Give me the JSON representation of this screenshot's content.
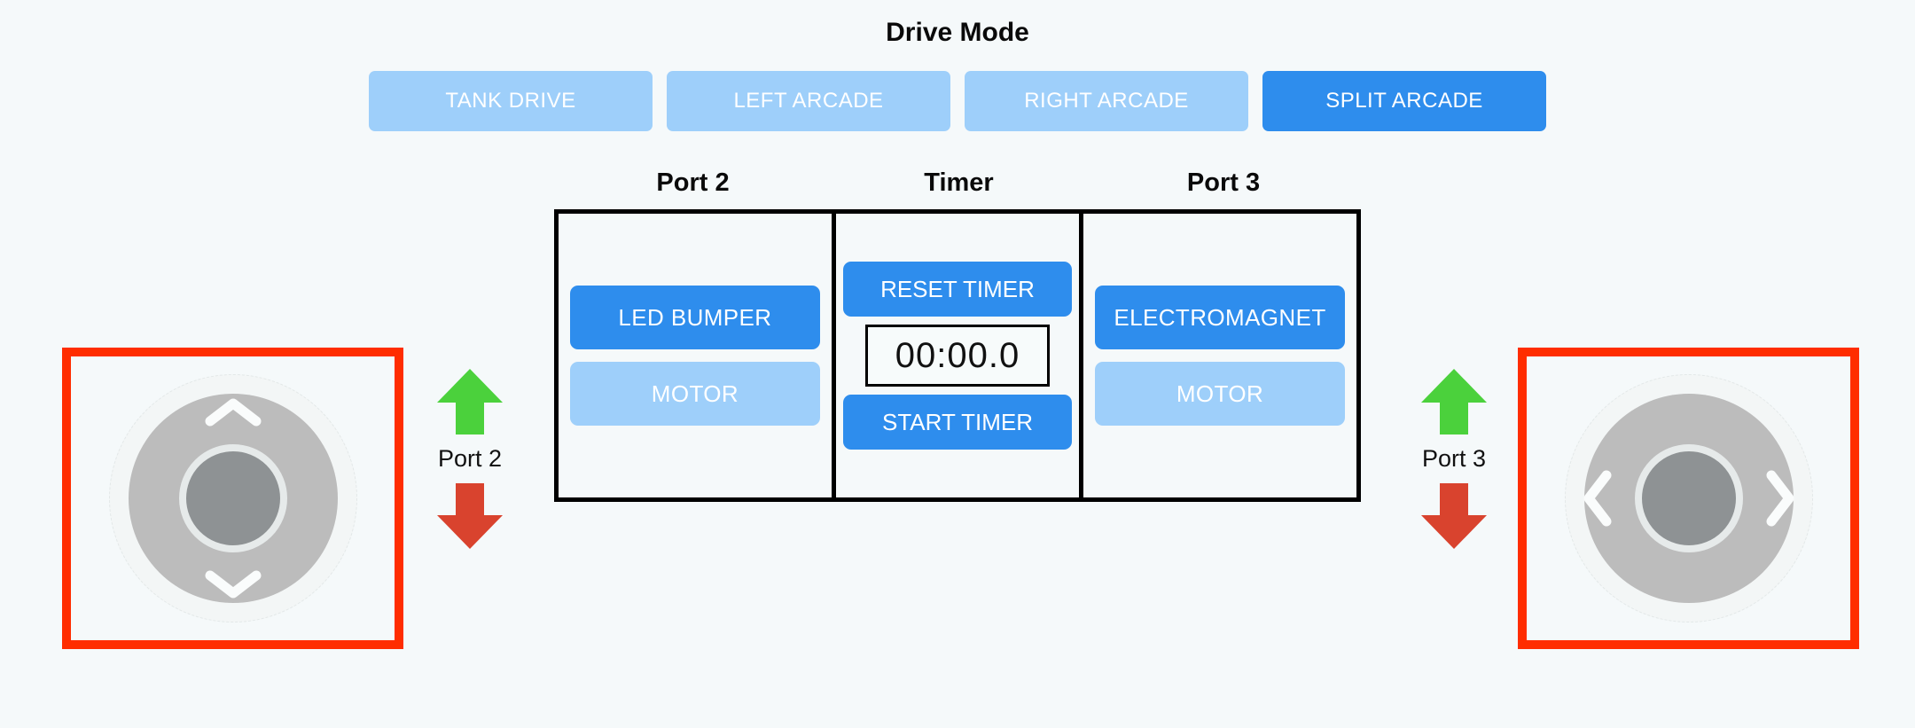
{
  "drive_mode": {
    "title": "Drive Mode",
    "buttons": [
      {
        "label": "TANK DRIVE",
        "active": false
      },
      {
        "label": "LEFT ARCADE",
        "active": false
      },
      {
        "label": "RIGHT ARCADE",
        "active": false
      },
      {
        "label": "SPLIT ARCADE",
        "active": true
      }
    ]
  },
  "columns": {
    "port2_heading": "Port 2",
    "timer_heading": "Timer",
    "port3_heading": "Port 3"
  },
  "port2": {
    "primary_label": "LED BUMPER",
    "secondary_label": "MOTOR"
  },
  "timer": {
    "reset_label": "RESET TIMER",
    "display": "00:00.0",
    "start_label": "START TIMER"
  },
  "port3": {
    "primary_label": "ELECTROMAGNET",
    "secondary_label": "MOTOR"
  },
  "left_control": {
    "port_label": "Port 2",
    "up_icon": "chevron-up-icon",
    "down_icon": "chevron-down-icon",
    "forward_arrow_icon": "arrow-up-icon",
    "reverse_arrow_icon": "arrow-down-icon"
  },
  "right_control": {
    "port_label": "Port 3",
    "left_icon": "chevron-left-icon",
    "right_icon": "chevron-right-icon",
    "forward_arrow_icon": "arrow-up-icon",
    "reverse_arrow_icon": "arrow-down-icon"
  },
  "colors": {
    "background": "#f5f9fa",
    "accent_active": "#2e8ded",
    "accent_inactive": "#9ecffa",
    "highlight_border": "#ff2d00",
    "arrow_up": "#4bd13c",
    "arrow_down": "#d9432e",
    "joystick_body": "#bcbcbc",
    "joystick_knob": "#8e9294",
    "panel_border": "#000000"
  }
}
